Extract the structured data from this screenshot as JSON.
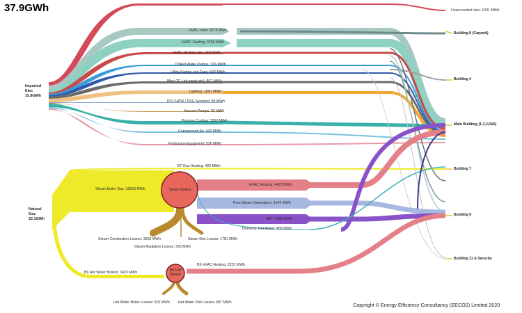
{
  "title": "37.9GWh",
  "copyright": "Copyright © Energy Efficiency Consultancy (EECO2) Limited 2020",
  "sources": {
    "elec": [
      "Imported",
      "Elec",
      "15.8GWh"
    ],
    "gas": [
      "Natural",
      "Gas",
      "22.1GWh"
    ]
  },
  "destinations": {
    "building8": "Building 8 (Carpark)",
    "building4": "Building 4",
    "main": "Main Building (1,2,3,5&6)",
    "building7": "Building 7",
    "building9": "Building 9",
    "building11": "Building 11 & Security"
  },
  "unaccounted": "Unaccounted elec: 1291 MWh",
  "elec_flows": [
    {
      "label": "HVAC Fans: 3273 MWh",
      "color": "#a9c8c2"
    },
    {
      "label": "HVAC Cooling: 3769 MWh",
      "color": "#8ed0c2"
    },
    {
      "label": "HVAC Heating elec: 863 MWh",
      "color": "#c94a4a"
    },
    {
      "label": "Chilled Water Pumps: 706 MWh",
      "color": "#3a9ad9"
    },
    {
      "label": "Utility Pumps and Fans: 643 MWh",
      "color": "#2e59a8"
    },
    {
      "label": "Misc (IT, Lab equip etc): 867 MWh",
      "color": "#6b6b6b"
    },
    {
      "label": "Lighting: 1661 MWh",
      "color": "#f0a830"
    },
    {
      "label": "RO / HPW / PSG Systems: 85 MWh",
      "color": "#8a9fd8"
    },
    {
      "label": "Vacuum Pumps: 82 MWh",
      "color": "#c08a3a"
    },
    {
      "label": "Process Cooling: 1500 MWh",
      "color": "#3ab0a8"
    },
    {
      "label": "Compressed Air: 420 MWh",
      "color": "#7ac0e0"
    },
    {
      "label": "Production Equipment: 536 MWh",
      "color": "#e89aa8"
    }
  ],
  "gas_flows": {
    "b7_heating": "B7 Gas Heating: 425 MWh",
    "steam_boiler_gas": "Steam Boiler Gas: 18263 MWh",
    "steam_boilers": "Steam Boilers",
    "hvac_heating": "HVAC Heating: 4422 MWh",
    "pure_steam": "Pure Steam Generators: 3149 MWh",
    "wfi": "WFI: 4435 MWh",
    "domestic_hw": "Domestic Hot Water: 458 MWh",
    "steam_combustion": "Steam Combustion Losses: 3653 MWh",
    "steam_radiation": "Steam Radiation Losses: 365 MWh",
    "steam_dist": "Steam Dist Losses: 1781 MWh",
    "b9_hw_boilers_gas": "B9 Hot Water Boilers: 3433 MWh",
    "b9_hw_boilers": "B9 HW Boilers",
    "b9_hvac": "B9 HVAC Heating: 2231 MWh",
    "hw_boiler_losses": "Hot Water Boiler Losses: 515 MWh",
    "hw_dist_losses": "Hot Water Dist Losses: 687 MWh"
  },
  "colors": {
    "gas": "#eeea2a",
    "steam_boiler": "#e8675c",
    "losses": "#b88a2e",
    "hvac_heating": "#e48088",
    "pure_steam": "#a7b8e0",
    "wfi": "#8a52c8",
    "domestic": "#3ab0b8",
    "unaccounted": "#d44a5a",
    "connector": "#f0d020"
  }
}
